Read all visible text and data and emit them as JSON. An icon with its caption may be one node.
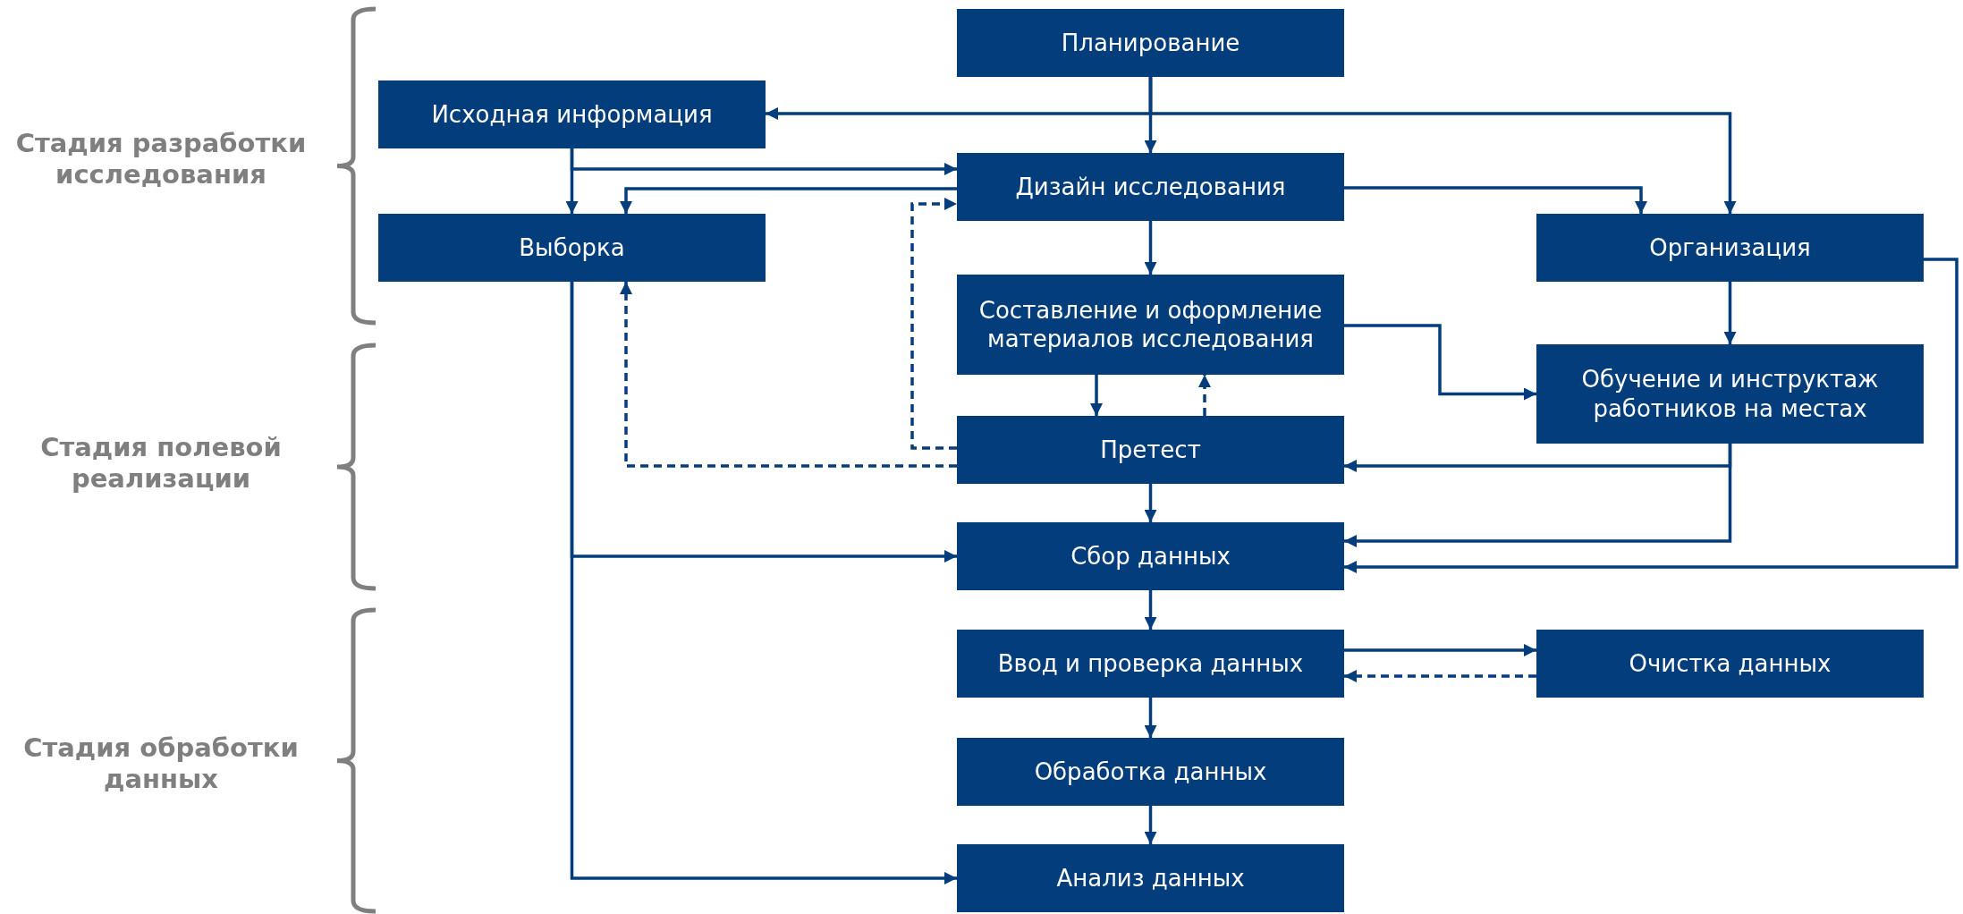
{
  "diagram": {
    "nodes": [
      {
        "text": [
          "Планирование"
        ]
      },
      {
        "text": [
          "Исходная информация"
        ]
      },
      {
        "text": [
          "Дизайн исследования"
        ]
      },
      {
        "text": [
          "Выборка"
        ]
      },
      {
        "text": [
          "Организация"
        ]
      },
      {
        "text": [
          "Составление и оформление материалов исследования"
        ]
      },
      {
        "text": [
          "Обучение и инструктаж работников на местах"
        ]
      },
      {
        "text": [
          "Претест"
        ]
      },
      {
        "text": [
          "Сбор данных"
        ]
      },
      {
        "text": [
          "Ввод и проверка данных"
        ]
      },
      {
        "text": [
          "Очистка данных"
        ]
      },
      {
        "text": [
          "Обработка данных"
        ]
      },
      {
        "text": [
          "Анализ данных"
        ]
      }
    ],
    "edges": [
      {
        "from": 0,
        "to": 2,
        "arrow": "to"
      },
      {
        "from": 0,
        "to": 1,
        "arrow": "to"
      },
      {
        "from": 0,
        "to": 4,
        "arrow": "to"
      },
      {
        "from": 1,
        "to": 3,
        "arrow": "to"
      },
      {
        "from": 1,
        "to": 2,
        "arrow": "to"
      },
      {
        "from": 2,
        "to": 3,
        "arrow": "to"
      },
      {
        "from": 2,
        "to": 4,
        "arrow": "to"
      },
      {
        "from": 2,
        "to": 5,
        "arrow": "to"
      },
      {
        "from": 5,
        "to": 7,
        "arrow": "to"
      },
      {
        "from": 7,
        "to": 5,
        "arrow": "to",
        "style": "dashed"
      },
      {
        "from": 7,
        "to": 2,
        "arrow": "to",
        "style": "dashed"
      },
      {
        "from": 7,
        "to": 3,
        "arrow": "to",
        "style": "dashed"
      },
      {
        "from": 5,
        "to": 6,
        "arrow": "to"
      },
      {
        "from": 4,
        "to": 6,
        "arrow": "to"
      },
      {
        "from": 6,
        "to": 7,
        "arrow": "to"
      },
      {
        "from": 6,
        "to": 8,
        "arrow": "to"
      },
      {
        "from": 4,
        "to": 8,
        "arrow": "to"
      },
      {
        "from": 7,
        "to": 8,
        "arrow": "to"
      },
      {
        "from": 3,
        "to": 8,
        "arrow": "to"
      },
      {
        "from": 3,
        "to": 12,
        "arrow": "to"
      },
      {
        "from": 8,
        "to": 9,
        "arrow": "to"
      },
      {
        "from": 9,
        "to": 10,
        "arrow": "to"
      },
      {
        "from": 10,
        "to": 9,
        "arrow": "to",
        "style": "dashed"
      },
      {
        "from": 9,
        "to": 11,
        "arrow": "to"
      },
      {
        "from": 11,
        "to": 12,
        "arrow": "to"
      }
    ],
    "labels": [
      "Стадия разработки исследования",
      "Стадия полевой реализации",
      "Стадия обработки данных"
    ]
  }
}
